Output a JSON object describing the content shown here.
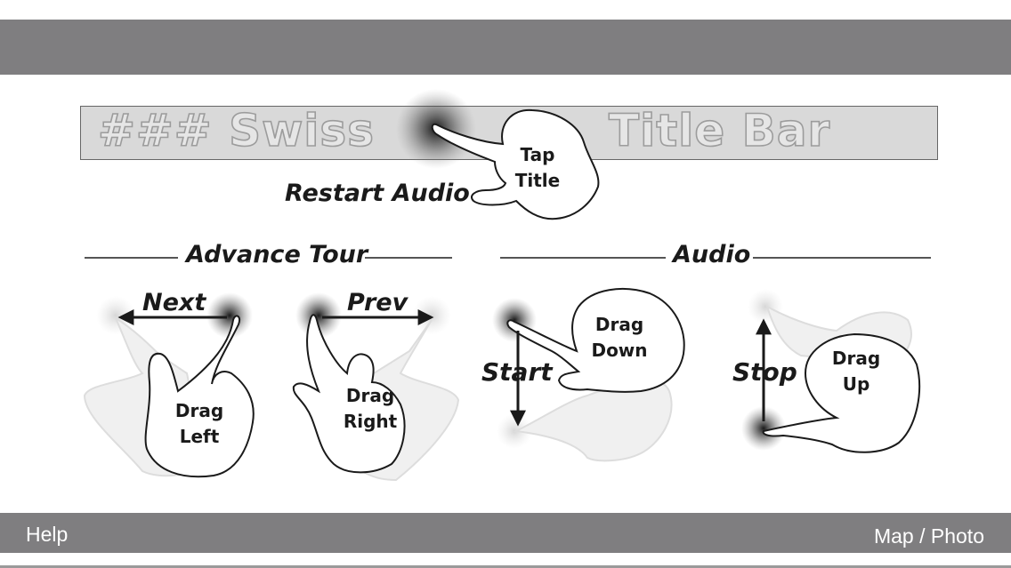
{
  "title_bar": {
    "left_text": "### Swiss",
    "right_text": "Title Bar"
  },
  "tap_title": {
    "line1": "Tap",
    "line2": "Title",
    "caption": "Restart Audio"
  },
  "sections": {
    "advance": "Advance Tour",
    "audio": "Audio"
  },
  "gestures": {
    "next": {
      "label": "Next",
      "line1": "Drag",
      "line2": "Left"
    },
    "prev": {
      "label": "Prev",
      "line1": "Drag",
      "line2": "Right"
    },
    "start": {
      "label": "Start",
      "line1": "Drag",
      "line2": "Down"
    },
    "stop": {
      "label": "Stop",
      "line1": "Drag",
      "line2": "Up"
    }
  },
  "bottom_bar": {
    "help": "Help",
    "map_photo": "Map / Photo"
  },
  "colors": {
    "bar": "#7f7e80",
    "title_bar_bg": "#d9d9d9",
    "ink": "#1a1a1a"
  },
  "icons": [
    "hand-pointer-icon",
    "arrow-icon",
    "touch-glow-icon"
  ]
}
